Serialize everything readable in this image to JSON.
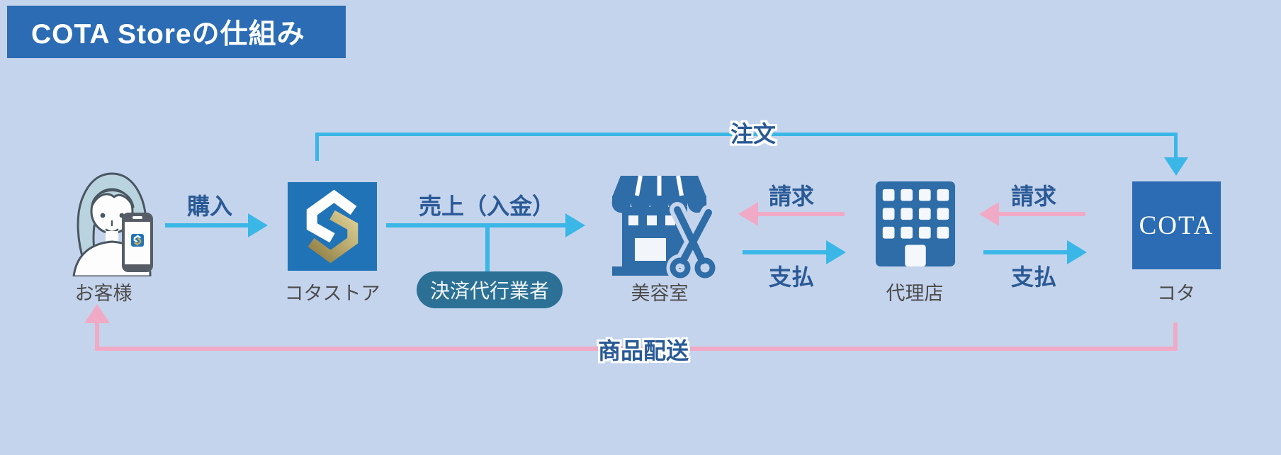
{
  "title": "COTA Storeの仕組み",
  "nodes": {
    "customer": "お客様",
    "cota_store": "コタストア",
    "payment_agent": "決済代行業者",
    "salon": "美容室",
    "agency": "代理店",
    "cota": "コタ",
    "cota_logo_text": "COTA"
  },
  "flows": {
    "purchase": "購入",
    "order": "注文",
    "sales_deposit": "売上（入金）",
    "billing_salon": "請求",
    "payment_salon": "支払",
    "billing_agency": "請求",
    "payment_agency": "支払",
    "delivery": "商品配送"
  },
  "colors": {
    "background": "#c5d4ed",
    "title_bar": "#2b6cb4",
    "arrow_blue": "#3ab7e6",
    "arrow_pink": "#f0aac6",
    "flow_text": "#2a5a96",
    "node_text": "#4b4b4b",
    "badge": "#2c7195",
    "icon_blue": "#2e6da7",
    "store_logo_blue": "#2173b7",
    "logo_gold": "#c8b878"
  }
}
